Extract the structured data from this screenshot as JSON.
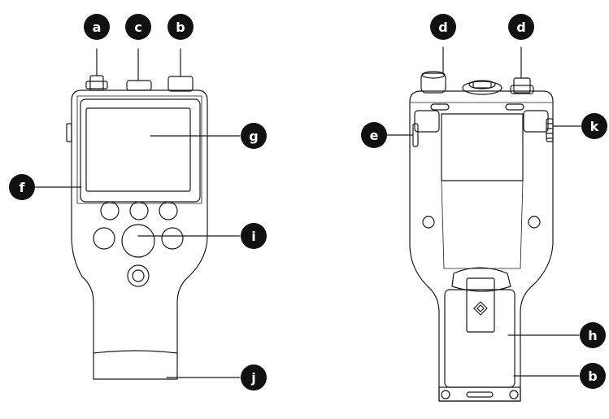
{
  "callouts": {
    "a": "a",
    "b": "b",
    "c": "c",
    "d": "d",
    "e": "e",
    "f": "f",
    "g": "g",
    "h": "h",
    "i": "i",
    "j": "j",
    "k": "k"
  },
  "colors": {
    "line": "#1a1a1a",
    "callout_fill": "#111111",
    "callout_text": "#ffffff",
    "background": "#ffffff"
  },
  "icons": {
    "battery_latch": "diamond-latch-icon"
  }
}
